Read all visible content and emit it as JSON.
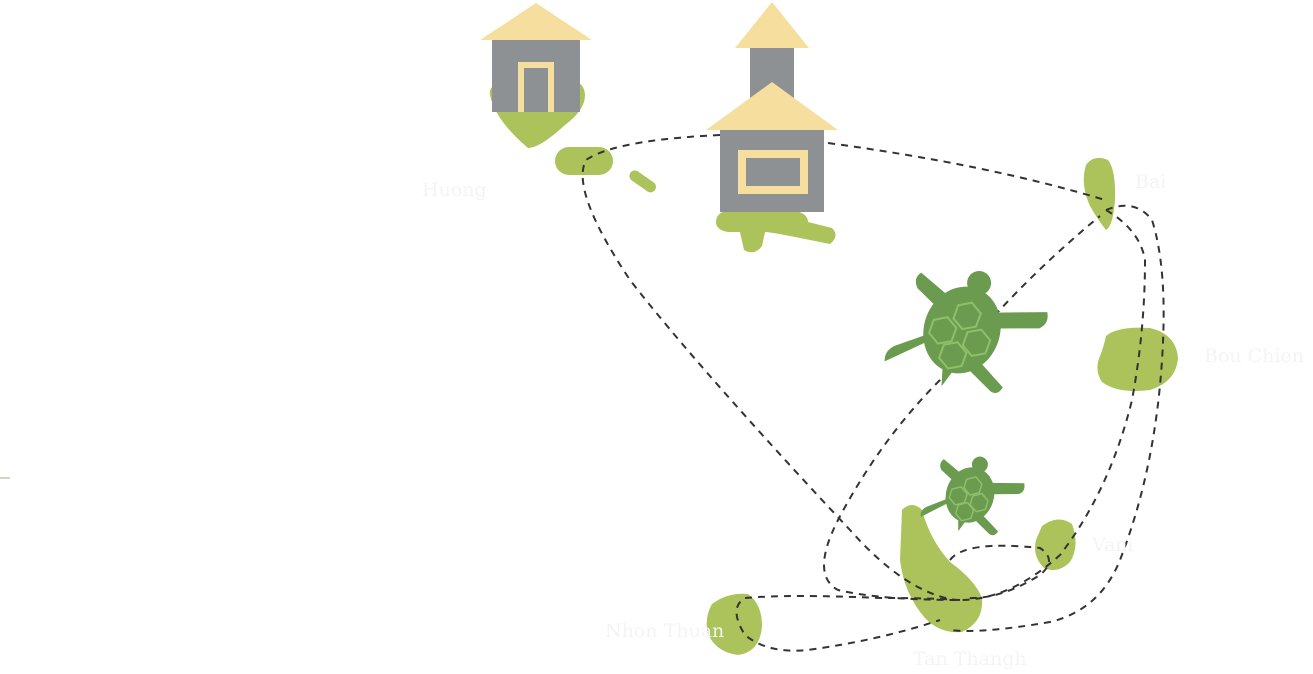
{
  "map": {
    "labels": {
      "island_a": "Tan Thangh",
      "island_b": "Vani",
      "island_c": "Bou Chien",
      "island_d": "Bai",
      "island_e": "Nhon Thuan",
      "island_f": "Huong"
    },
    "colors": {
      "land": "#abc35a",
      "roof": "#f5de9e",
      "wall": "#8e9193",
      "turtle": "#6a9b4f",
      "route": "#333333",
      "label": "#f4f4f4"
    },
    "icons": [
      "hut-icon",
      "tower-hut-icon",
      "turtle-icon",
      "turtle-small-icon"
    ]
  }
}
